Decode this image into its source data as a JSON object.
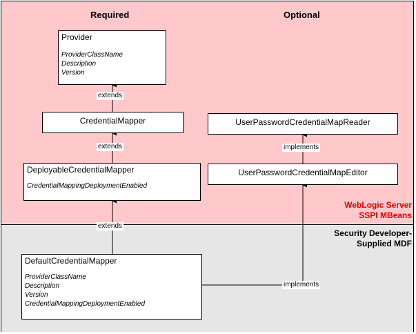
{
  "columns": {
    "required": "Required",
    "optional": "Optional"
  },
  "regions": {
    "top": {
      "line1": "WebLogic Server",
      "line2": "SSPI MBeans",
      "color": "#e00000",
      "fill": "#ffc9cc"
    },
    "bottom": {
      "line1": "Security Developer-",
      "line2": "Supplied MDF",
      "color": "#000000",
      "fill": "#e6e6e6"
    }
  },
  "boxes": {
    "provider": {
      "name": "Provider",
      "attributes": [
        "ProviderClassName",
        "Description",
        "Version"
      ]
    },
    "credential_mapper": {
      "name": "CredentialMapper"
    },
    "deployable_credential_mapper": {
      "name": "DeployableCredentialMapper",
      "attributes": [
        "CredentialMappingDeploymentEnabled"
      ]
    },
    "default_credential_mapper": {
      "name": "DefaultCredentialMapper",
      "attributes": [
        "ProviderClassName",
        "Description",
        "Version",
        "CredentialMappingDeploymentEnabled"
      ]
    },
    "map_reader": {
      "name": "UserPasswordCredentialMapReader"
    },
    "map_editor": {
      "name": "UserPasswordCredentialMapEditor"
    }
  },
  "connectors": {
    "extends_1": "extends",
    "extends_2": "extends",
    "extends_3": "extends",
    "implements_1": "implements",
    "implements_2": "implements"
  }
}
